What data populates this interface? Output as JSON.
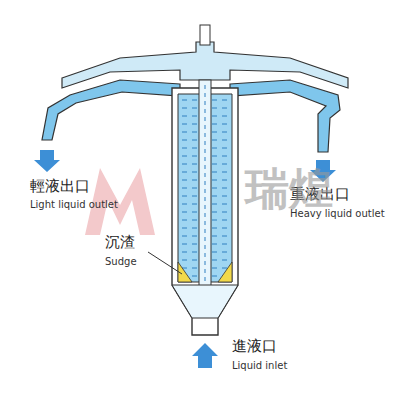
{
  "diagram": {
    "labels": [
      "輕液出口",
      "Light liquid outlet",
      "重液出口",
      "Heavy liquid outlet",
      "沉渣",
      "Sudge",
      "進液口",
      "Liquid inlet",
      "瑞煌"
    ]
  }
}
